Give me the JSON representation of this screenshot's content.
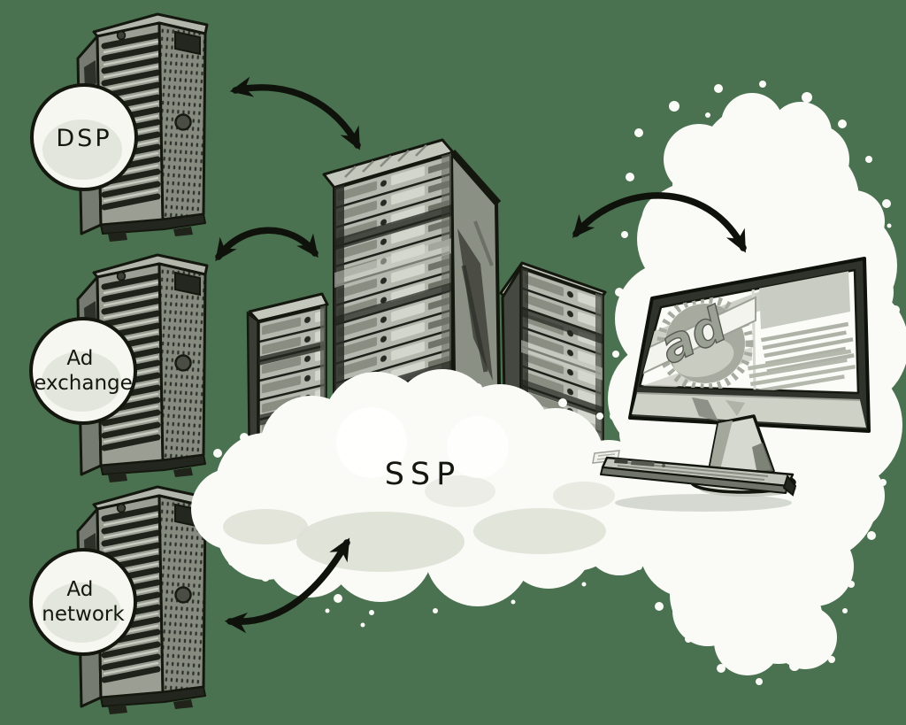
{
  "page": {
    "background_color": "#4a7150"
  },
  "illustration": {
    "alt": "Hand-drawn diagram of an SSP: DSP, ad exchange and ad network servers linked by arrows to server racks in a cloud labeled SSP, which links to a publisher screen showing an ad",
    "nodes": {
      "dsp": {
        "label": "DSP",
        "lines": [
          "DSP"
        ]
      },
      "ad_exchange": {
        "label": "Ad exchange",
        "lines": [
          "Ad",
          "exchange"
        ]
      },
      "ad_network": {
        "label": "Ad network",
        "lines": [
          "Ad",
          "network"
        ]
      },
      "ssp": {
        "label": "SSP"
      },
      "publisher": {
        "ad_badge": "ad"
      }
    },
    "connections": [
      {
        "from": "DSP",
        "to": "SSP",
        "style": "double-headed curved arrow"
      },
      {
        "from": "Ad exchange",
        "to": "SSP",
        "style": "double-headed curved arrow"
      },
      {
        "from": "Ad network",
        "to": "SSP",
        "style": "double-headed curved arrow"
      },
      {
        "from": "SSP",
        "to": "publisher screen",
        "style": "double-headed curved arrow"
      }
    ],
    "colors": {
      "background": "#4a7150",
      "ink": "#14170e",
      "paper_white": "#fafaf6",
      "gray_light": "#c6cabf",
      "gray_mid": "#8f948a",
      "gray_dark": "#3a3d35"
    }
  }
}
